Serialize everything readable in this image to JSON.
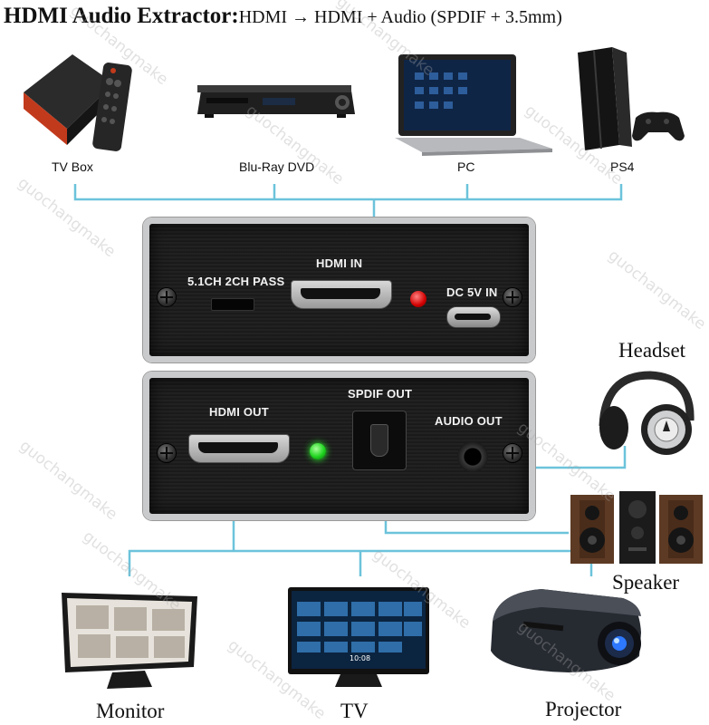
{
  "title": {
    "main": "HDMI Audio Extractor:",
    "sub": "HDMI → HDMI + Audio (SPDIF + 3.5mm)"
  },
  "sources": [
    {
      "label": "TV Box",
      "icon": "tv-box-icon"
    },
    {
      "label": "Blu-Ray DVD",
      "icon": "bluray-player-icon"
    },
    {
      "label": "PC",
      "icon": "laptop-icon"
    },
    {
      "label": "PS4",
      "icon": "game-console-icon"
    }
  ],
  "input_panel": {
    "switch_label": "5.1CH 2CH PASS",
    "hdmi_in_label": "HDMI IN",
    "power_label": "DC 5V IN"
  },
  "output_panel": {
    "hdmi_out_label": "HDMI OUT",
    "spdif_label": "SPDIF OUT",
    "audio_label": "AUDIO OUT"
  },
  "audio_devices": [
    {
      "label": "Headset",
      "icon": "headphones-icon"
    },
    {
      "label": "Speaker",
      "icon": "speaker-icon"
    }
  ],
  "displays": [
    {
      "label": "Monitor",
      "icon": "monitor-icon"
    },
    {
      "label": "TV",
      "icon": "tv-icon"
    },
    {
      "label": "Projector",
      "icon": "projector-icon"
    }
  ],
  "tv_screen_time": "10:08",
  "watermark": "guochangmake",
  "colors": {
    "connector_line": "#6cc3db",
    "led_input": "#d10000",
    "led_output": "#1fd41f",
    "panel": "#1b1b1b",
    "panel_frame": "#c9cacc"
  }
}
